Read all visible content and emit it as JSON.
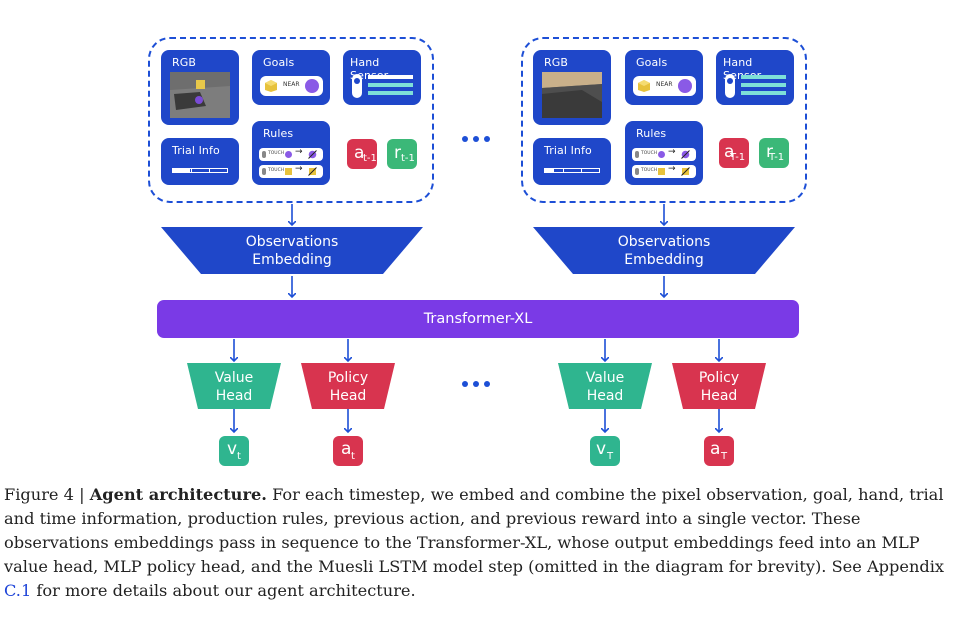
{
  "figure": {
    "timesteps": [
      {
        "rgb_label": "RGB",
        "goals_label": "Goals",
        "goals_near": "NEAR",
        "hand_sensor_label": "Hand Sensor",
        "trial_info_label": "Trial Info",
        "rules_label": "Rules",
        "rule_touch": "TOUCH",
        "prev_action": {
          "letter": "a",
          "sub": "t-1"
        },
        "prev_reward": {
          "letter": "r",
          "sub": "t-1"
        },
        "embedding_line1": "Observations",
        "embedding_line2": "Embedding",
        "value_head_line1": "Value",
        "value_head_line2": "Head",
        "policy_head_line1": "Policy",
        "policy_head_line2": "Head",
        "value_output": {
          "letter": "v",
          "sub": "t"
        },
        "action_output": {
          "letter": "a",
          "sub": "t"
        }
      },
      {
        "rgb_label": "RGB",
        "goals_label": "Goals",
        "goals_near": "NEAR",
        "hand_sensor_label": "Hand Sensor",
        "trial_info_label": "Trial Info",
        "rules_label": "Rules",
        "rule_touch": "TOUCH",
        "prev_action": {
          "letter": "a",
          "sub": "T-1"
        },
        "prev_reward": {
          "letter": "r",
          "sub": "T-1"
        },
        "embedding_line1": "Observations",
        "embedding_line2": "Embedding",
        "value_head_line1": "Value",
        "value_head_line2": "Head",
        "policy_head_line1": "Policy",
        "policy_head_line2": "Head",
        "value_output": {
          "letter": "v",
          "sub": "T"
        },
        "action_output": {
          "letter": "a",
          "sub": "T"
        }
      }
    ],
    "transformer_label": "Transformer-XL"
  },
  "caption": {
    "figure_number": "Figure 4 | ",
    "title": "Agent architecture.",
    "text_before_link": " For each timestep, we embed and combine the pixel observation, goal, hand, trial and time information, production rules, previous action, and previous reward into a single vector. These observations embeddings pass in sequence to the Transformer-XL, whose output embeddings feed into an MLP value head, MLP policy head, and the Muesli LSTM model step (omitted in the diagram for brevity). See Appendix ",
    "link_text": "C.1",
    "text_after_link": " for more details about our agent architecture."
  },
  "colors": {
    "card_blue": "#1f47c9",
    "transformer_purple": "#7a3ae6",
    "value_teal": "#2fb58f",
    "policy_red": "#d8344f",
    "reward_green": "#3bb878",
    "link_blue": "#1f45d8"
  }
}
